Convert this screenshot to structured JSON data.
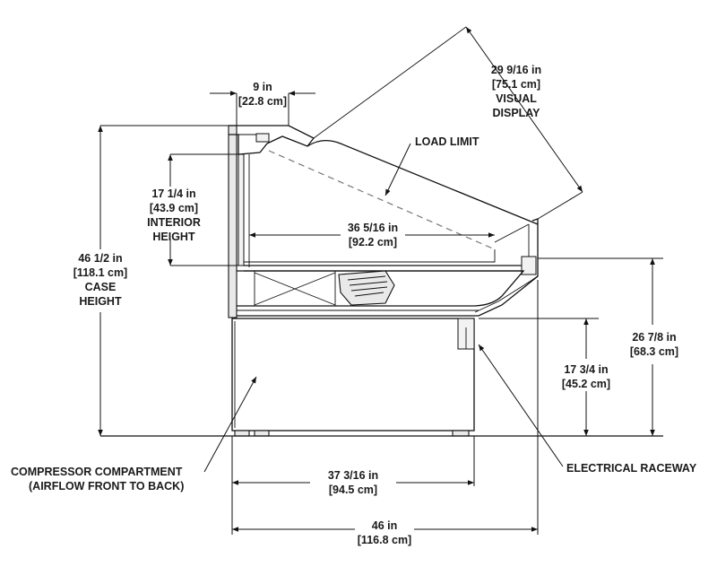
{
  "labels": {
    "top_width": {
      "in": "9 in",
      "cm": "[22.8 cm]"
    },
    "visual_display": {
      "in": "29 9/16 in",
      "cm": "[75.1 cm]",
      "l3": "VISUAL",
      "l4": "DISPLAY"
    },
    "load_limit": "LOAD LIMIT",
    "interior_height": {
      "in": "17 1/4 in",
      "cm": "[43.9 cm]",
      "l3": "INTERIOR",
      "l4": "HEIGHT"
    },
    "interior_depth": {
      "in": "36 5/16 in",
      "cm": "[92.2 cm]"
    },
    "case_height": {
      "in": "46 1/2 in",
      "cm": "[118.1 cm]",
      "l3": "CASE",
      "l4": "HEIGHT"
    },
    "front_height": {
      "in": "26 7/8 in",
      "cm": "[68.3 cm]"
    },
    "base_height": {
      "in": "17 3/4 in",
      "cm": "[45.2 cm]"
    },
    "compressor": {
      "l1": "COMPRESSOR COMPARTMENT",
      "l2": "(AIRFLOW FRONT TO BACK)"
    },
    "electrical_raceway": "ELECTRICAL RACEWAY",
    "base_width": {
      "in": "37 3/16 in",
      "cm": "[94.5 cm]"
    },
    "overall_width": {
      "in": "46 in",
      "cm": "[116.8 cm]"
    }
  }
}
